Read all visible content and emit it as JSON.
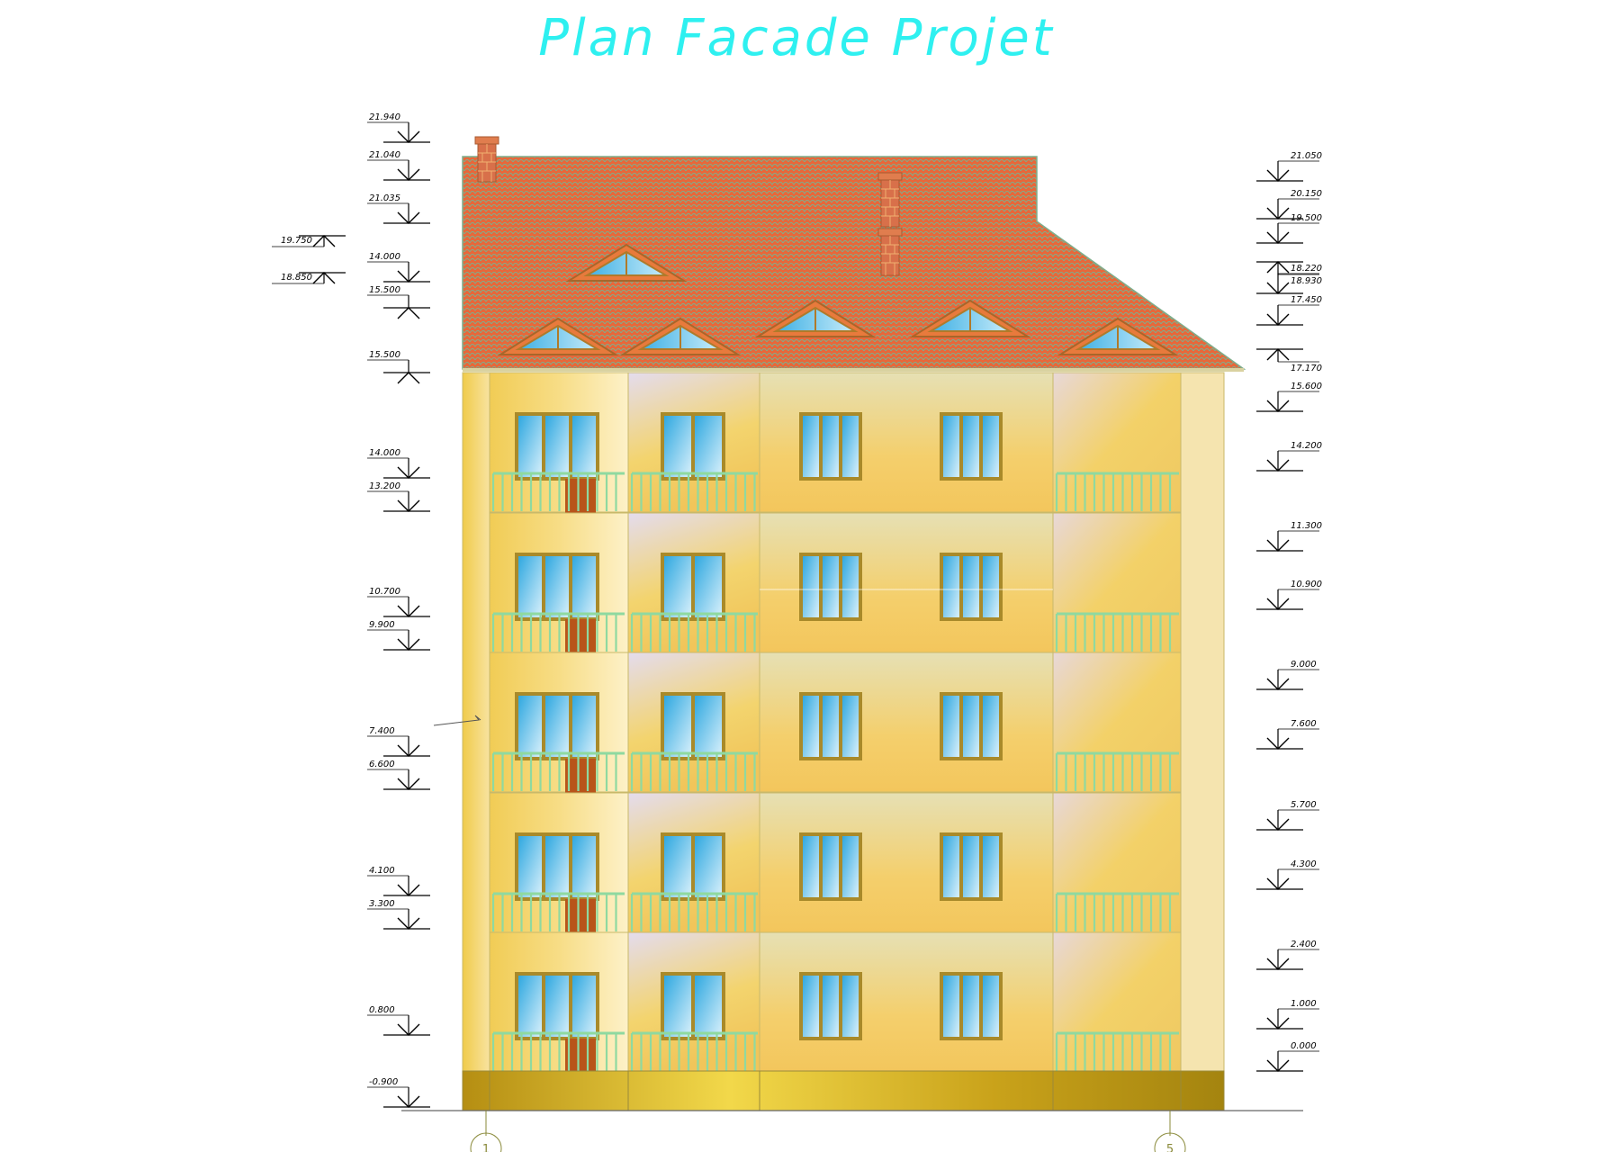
{
  "title": "Plan Facade Projet",
  "colors": {
    "title": "#2ef0f0",
    "roof": "#e8673a",
    "roof_grid": "#7fae8c",
    "wall": "#f3cf6a",
    "wall_light": "#fbe9a8",
    "wall_lavender": "#e2dae6",
    "base": "#c9a21a",
    "glass": "#4fb8e8",
    "frame": "#a98a2a",
    "railing": "#8fd9a0",
    "chimney": "#d8704a"
  },
  "levels_left": [
    {
      "label": "21.940"
    },
    {
      "label": "21.040"
    },
    {
      "label": "21.035"
    },
    {
      "label": "14.000"
    },
    {
      "label": "15.500"
    },
    {
      "label": "15.500"
    },
    {
      "label": "14.000"
    },
    {
      "label": "13.200"
    },
    {
      "label": "10.700"
    },
    {
      "label": "9.900"
    },
    {
      "label": "7.400"
    },
    {
      "label": "6.600"
    },
    {
      "label": "4.100"
    },
    {
      "label": "3.300"
    },
    {
      "label": "0.800"
    },
    {
      "label": "-0.900"
    }
  ],
  "levels_far_left": [
    {
      "label": "19.750"
    },
    {
      "label": "18.850"
    }
  ],
  "levels_right": [
    {
      "label": "21.050"
    },
    {
      "label": "20.150"
    },
    {
      "label": "19.500"
    },
    {
      "label": "18.930"
    },
    {
      "label": "18.220"
    },
    {
      "label": "17.450"
    },
    {
      "label": "17.170"
    },
    {
      "label": "15.600"
    },
    {
      "label": "14.200"
    },
    {
      "label": "11.300"
    },
    {
      "label": "10.900"
    },
    {
      "label": "9.000"
    },
    {
      "label": "7.600"
    },
    {
      "label": "5.700"
    },
    {
      "label": "4.300"
    },
    {
      "label": "2.400"
    },
    {
      "label": "1.000"
    },
    {
      "label": "0.000"
    }
  ],
  "axes": [
    {
      "label": "1"
    },
    {
      "label": "5"
    }
  ]
}
